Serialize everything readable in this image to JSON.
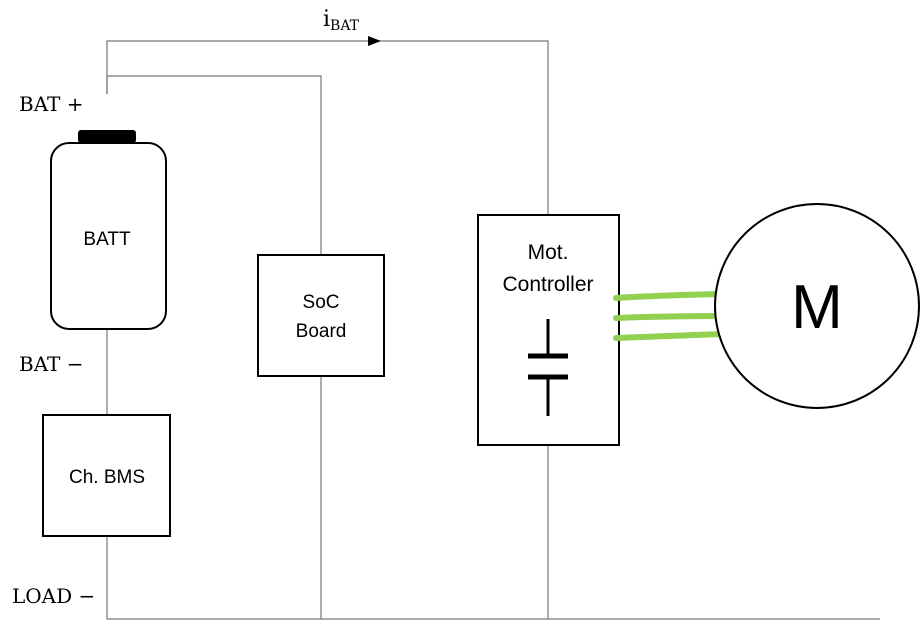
{
  "current": {
    "symbol": "i",
    "subscript": "BAT"
  },
  "terminals": {
    "bat_plus": "BAT +",
    "bat_minus": "BAT −",
    "load_minus": "LOAD −"
  },
  "blocks": {
    "battery": "BATT",
    "soc_board": [
      "SoC",
      "Board"
    ],
    "bms": "Ch. BMS",
    "motor_controller": [
      "Mot.",
      "Controller"
    ],
    "motor": "M"
  },
  "colors": {
    "wire": "#777777",
    "outline": "#000000",
    "phase_wire": "#92d050"
  }
}
